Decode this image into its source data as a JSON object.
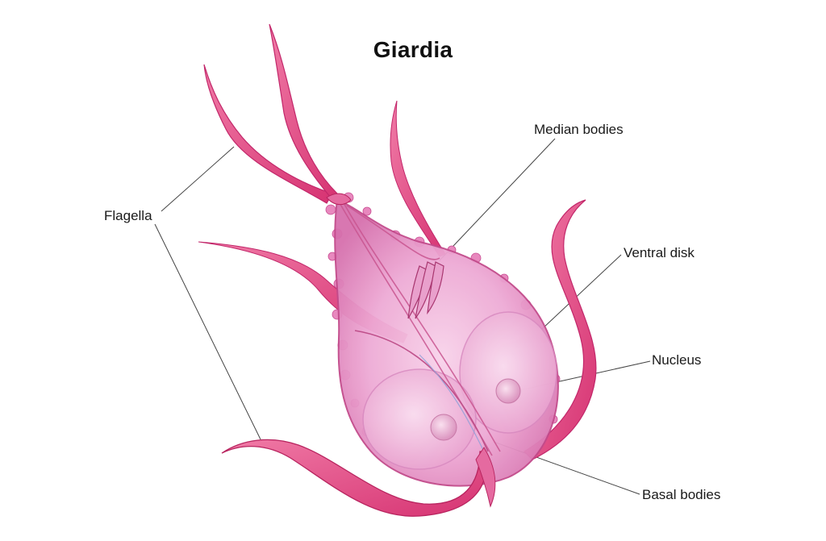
{
  "title": "Giardia",
  "labels": {
    "flagella": "Flagella",
    "median_bodies": "Median bodies",
    "ventral_disk": "Ventral disk",
    "nucleus": "Nucleus",
    "basal_bodies": "Basal bodies"
  },
  "colors": {
    "body_fill": "#f2b4d9",
    "body_edge": "#c93f86",
    "flagellum": "#e0457f",
    "flagellum_dark": "#b8245f",
    "leader_line": "#444444",
    "text": "#1a1a1a"
  }
}
